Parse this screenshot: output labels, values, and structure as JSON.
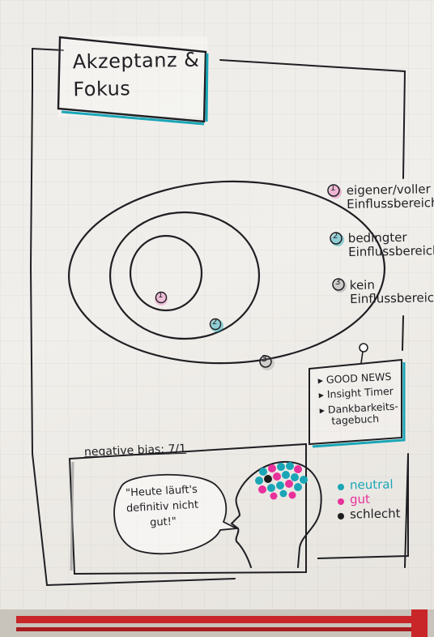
{
  "title": {
    "line1": "Akzeptanz &",
    "line2": "Fokus"
  },
  "circles": {
    "marker1": "1",
    "marker2": "2",
    "marker3": "3"
  },
  "legend": [
    {
      "num": "1",
      "line1": "eigener/voller",
      "line2": "Einflussbereich"
    },
    {
      "num": "2",
      "line1": "bedingter",
      "line2": "Einflussbereich"
    },
    {
      "num": "3",
      "line1": "kein",
      "line2": "Einflussbereich"
    }
  ],
  "tips": [
    "GOOD NEWS",
    "Insight Timer",
    "Dankbarkeits-",
    "tagebuch"
  ],
  "bias_label": "negative bias: 7/1",
  "quote": {
    "line1": "\"Heute läuft's",
    "line2": "definitiv nicht",
    "line3": "gut!\""
  },
  "key": [
    {
      "label": "neutral",
      "color": "#1aa6b7"
    },
    {
      "label": "gut",
      "color": "#e8319b"
    },
    {
      "label": "schlecht",
      "color": "#1d1d1d"
    }
  ],
  "colors": {
    "teal": "#1aa6b7",
    "pink": "#e8319b",
    "ink": "#1f1f23",
    "stand": "#c9262a"
  }
}
